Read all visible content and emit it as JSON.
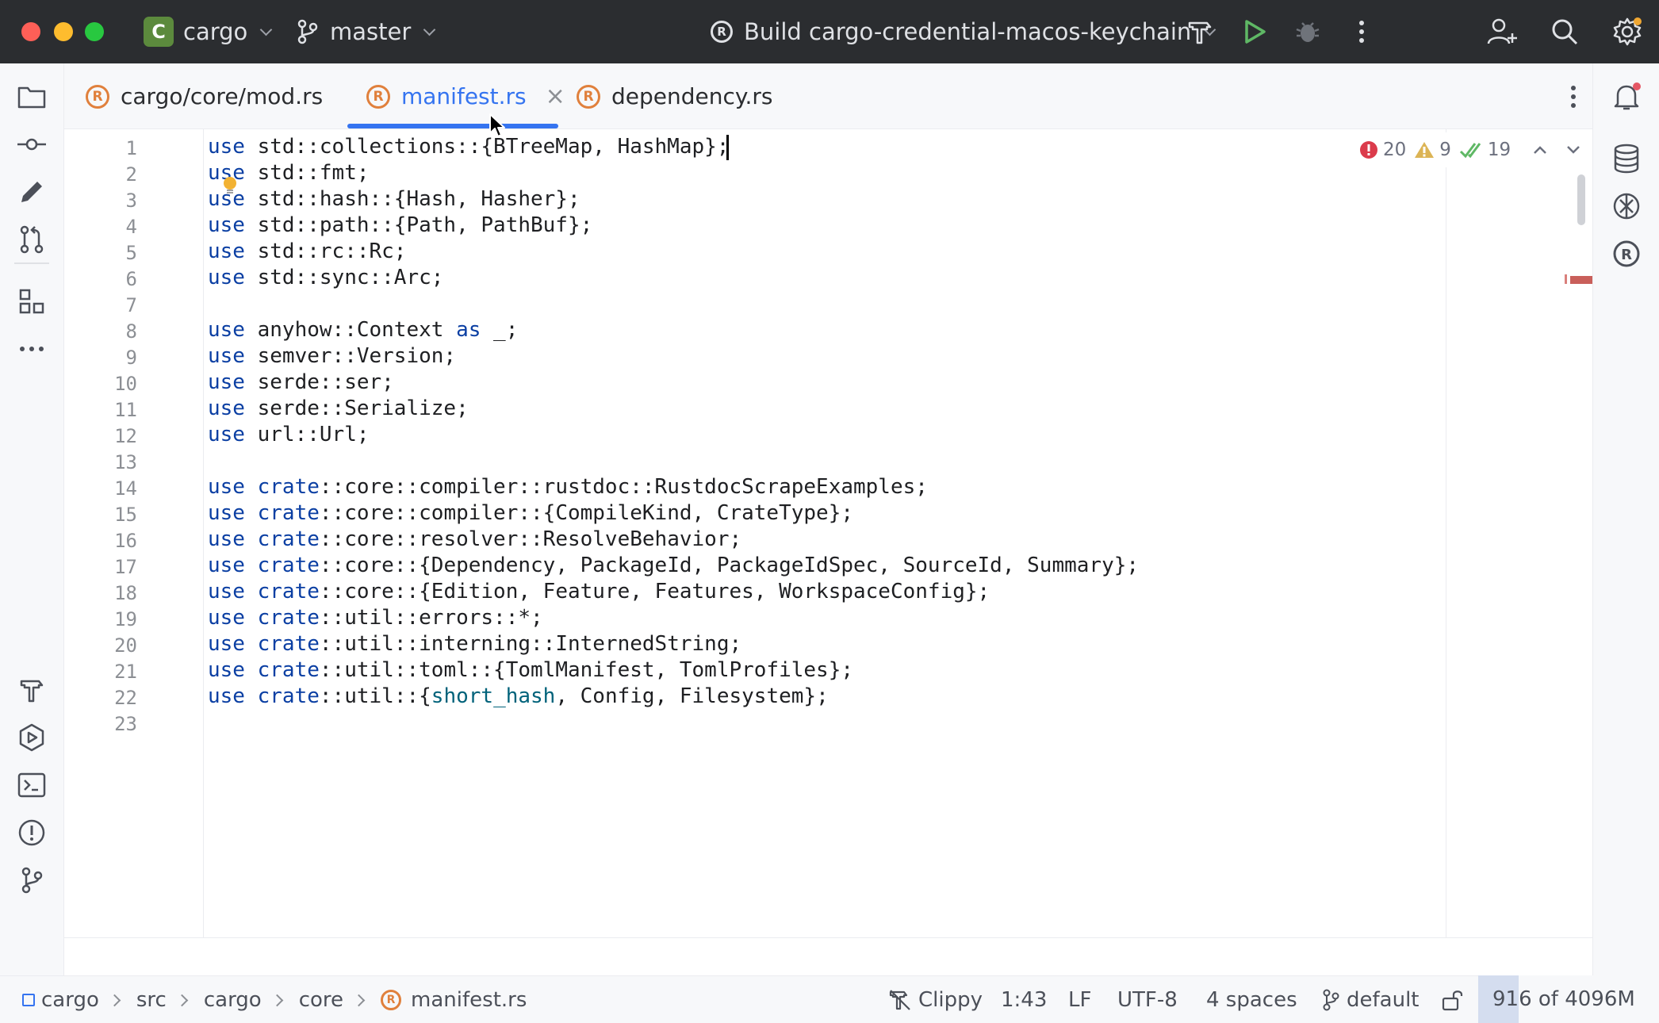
{
  "titlebar": {
    "project_initial": "C",
    "project_name": "cargo",
    "branch": "master",
    "run_config": "Build cargo-credential-macos-keychain"
  },
  "tabs": [
    {
      "label": "cargo/core/mod.rs",
      "active": false
    },
    {
      "label": "manifest.rs",
      "active": true
    },
    {
      "label": "dependency.rs",
      "active": false
    }
  ],
  "tab_close_glyph": "×",
  "rust_glyph": "R",
  "code_lines": [
    {
      "n": "1",
      "tokens": [
        {
          "t": "use",
          "c": "kw"
        },
        {
          "t": " std::collections::{BTreeMap, HashMap};",
          "c": ""
        }
      ]
    },
    {
      "n": "2",
      "tokens": [
        {
          "t": "use",
          "c": "kw"
        },
        {
          "t": " std::fmt;",
          "c": ""
        }
      ]
    },
    {
      "n": "3",
      "tokens": [
        {
          "t": "use",
          "c": "kw"
        },
        {
          "t": " std::hash::{Hash, Hasher};",
          "c": ""
        }
      ]
    },
    {
      "n": "4",
      "tokens": [
        {
          "t": "use",
          "c": "kw"
        },
        {
          "t": " std::path::{Path, PathBuf};",
          "c": ""
        }
      ]
    },
    {
      "n": "5",
      "tokens": [
        {
          "t": "use",
          "c": "kw"
        },
        {
          "t": " std::rc::Rc;",
          "c": ""
        }
      ]
    },
    {
      "n": "6",
      "tokens": [
        {
          "t": "use",
          "c": "kw"
        },
        {
          "t": " std::sync::Arc;",
          "c": ""
        }
      ]
    },
    {
      "n": "7",
      "tokens": []
    },
    {
      "n": "8",
      "tokens": [
        {
          "t": "use",
          "c": "kw"
        },
        {
          "t": " anyhow::Context ",
          "c": ""
        },
        {
          "t": "as",
          "c": "kw"
        },
        {
          "t": " _;",
          "c": ""
        }
      ]
    },
    {
      "n": "9",
      "tokens": [
        {
          "t": "use",
          "c": "kw"
        },
        {
          "t": " semver::Version;",
          "c": ""
        }
      ]
    },
    {
      "n": "10",
      "tokens": [
        {
          "t": "use",
          "c": "kw"
        },
        {
          "t": " serde::ser;",
          "c": ""
        }
      ]
    },
    {
      "n": "11",
      "tokens": [
        {
          "t": "use",
          "c": "kw"
        },
        {
          "t": " serde::Serialize;",
          "c": ""
        }
      ]
    },
    {
      "n": "12",
      "tokens": [
        {
          "t": "use",
          "c": "kw"
        },
        {
          "t": " url::Url;",
          "c": ""
        }
      ]
    },
    {
      "n": "13",
      "tokens": []
    },
    {
      "n": "14",
      "tokens": [
        {
          "t": "use",
          "c": "kw"
        },
        {
          "t": " ",
          "c": ""
        },
        {
          "t": "crate",
          "c": "kw"
        },
        {
          "t": "::core::compiler::rustdoc::RustdocScrapeExamples;",
          "c": ""
        }
      ]
    },
    {
      "n": "15",
      "tokens": [
        {
          "t": "use",
          "c": "kw"
        },
        {
          "t": " ",
          "c": ""
        },
        {
          "t": "crate",
          "c": "kw"
        },
        {
          "t": "::core::compiler::{CompileKind, CrateType};",
          "c": ""
        }
      ]
    },
    {
      "n": "16",
      "tokens": [
        {
          "t": "use",
          "c": "kw"
        },
        {
          "t": " ",
          "c": ""
        },
        {
          "t": "crate",
          "c": "kw"
        },
        {
          "t": "::core::resolver::ResolveBehavior;",
          "c": ""
        }
      ]
    },
    {
      "n": "17",
      "tokens": [
        {
          "t": "use",
          "c": "kw"
        },
        {
          "t": " ",
          "c": ""
        },
        {
          "t": "crate",
          "c": "kw"
        },
        {
          "t": "::core::{Dependency, PackageId, PackageIdSpec, SourceId, Summary};",
          "c": ""
        }
      ]
    },
    {
      "n": "18",
      "tokens": [
        {
          "t": "use",
          "c": "kw"
        },
        {
          "t": " ",
          "c": ""
        },
        {
          "t": "crate",
          "c": "kw"
        },
        {
          "t": "::core::{Edition, Feature, Features, WorkspaceConfig};",
          "c": ""
        }
      ]
    },
    {
      "n": "19",
      "tokens": [
        {
          "t": "use",
          "c": "kw"
        },
        {
          "t": " ",
          "c": ""
        },
        {
          "t": "crate",
          "c": "kw"
        },
        {
          "t": "::util::errors::*;",
          "c": ""
        }
      ]
    },
    {
      "n": "20",
      "tokens": [
        {
          "t": "use",
          "c": "kw"
        },
        {
          "t": " ",
          "c": ""
        },
        {
          "t": "crate",
          "c": "kw"
        },
        {
          "t": "::util::interning::InternedString;",
          "c": ""
        }
      ]
    },
    {
      "n": "21",
      "tokens": [
        {
          "t": "use",
          "c": "kw"
        },
        {
          "t": " ",
          "c": ""
        },
        {
          "t": "crate",
          "c": "kw"
        },
        {
          "t": "::util::toml::{TomlManifest, TomlProfiles};",
          "c": ""
        }
      ]
    },
    {
      "n": "22",
      "tokens": [
        {
          "t": "use",
          "c": "kw"
        },
        {
          "t": " ",
          "c": ""
        },
        {
          "t": "crate",
          "c": "kw"
        },
        {
          "t": "::util::{",
          "c": ""
        },
        {
          "t": "short_hash",
          "c": "fn"
        },
        {
          "t": ", Config, Filesystem};",
          "c": ""
        }
      ]
    },
    {
      "n": "23",
      "tokens": []
    }
  ],
  "inspections": {
    "errors": "20",
    "warnings": "9",
    "weak_warnings": "19"
  },
  "statusbar": {
    "breadcrumbs": [
      "cargo",
      "src",
      "cargo",
      "core",
      "manifest.rs"
    ],
    "clippy": "Clippy",
    "position": "1:43",
    "line_sep": "LF",
    "encoding": "UTF-8",
    "indent": "4 spaces",
    "vcs": "default",
    "memory": "916 of 4096M",
    "memory_fraction": 0.2236
  },
  "colors": {
    "accent": "#3574f0",
    "keyword": "#0b3fa3",
    "error": "#db3b4b",
    "rust": "#e0803c"
  }
}
